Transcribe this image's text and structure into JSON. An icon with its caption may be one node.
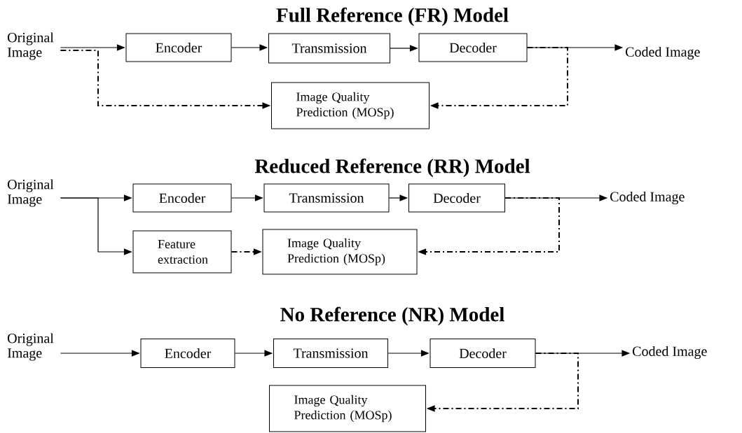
{
  "diagram": {
    "nodes": [
      {
        "text": [
          "Original Image"
        ]
      },
      {
        "text": [
          "Encoder"
        ]
      },
      {
        "text": [
          "Transmission"
        ]
      },
      {
        "text": [
          "Decoder"
        ]
      },
      {
        "text": [
          "Coded Image"
        ]
      },
      {
        "text": [
          "Image Quality Prediction (MOSp)"
        ]
      },
      {
        "text": [
          "Original Image"
        ]
      },
      {
        "text": [
          "Encoder"
        ]
      },
      {
        "text": [
          "Transmission"
        ]
      },
      {
        "text": [
          "Decoder"
        ]
      },
      {
        "text": [
          "Coded Image"
        ]
      },
      {
        "text": [
          "Feature extraction"
        ]
      },
      {
        "text": [
          "Image Quality Prediction (MOSp)"
        ]
      },
      {
        "text": [
          "Original Image"
        ]
      },
      {
        "text": [
          "Encoder"
        ]
      },
      {
        "text": [
          "Transmission"
        ]
      },
      {
        "text": [
          "Decoder"
        ]
      },
      {
        "text": [
          "Coded Image"
        ]
      },
      {
        "text": [
          "Image Quality Prediction (MOSp)"
        ]
      }
    ],
    "edges": [
      {
        "from": 0,
        "to": 1,
        "arrow": "to"
      },
      {
        "from": 1,
        "to": 2,
        "arrow": "to"
      },
      {
        "from": 2,
        "to": 3,
        "arrow": "to"
      },
      {
        "from": 3,
        "to": 4,
        "arrow": "to"
      },
      {
        "from": 0,
        "to": 5,
        "arrow": "to",
        "style": "dashed"
      },
      {
        "from": 3,
        "to": 5,
        "arrow": "to",
        "style": "dashed"
      },
      {
        "from": 6,
        "to": 7,
        "arrow": "to"
      },
      {
        "from": 7,
        "to": 8,
        "arrow": "to"
      },
      {
        "from": 8,
        "to": 9,
        "arrow": "to"
      },
      {
        "from": 9,
        "to": 10,
        "arrow": "to"
      },
      {
        "from": 6,
        "to": 11,
        "arrow": "to"
      },
      {
        "from": 11,
        "to": 12,
        "arrow": "to",
        "style": "dashed"
      },
      {
        "from": 9,
        "to": 12,
        "arrow": "to",
        "style": "dashed"
      },
      {
        "from": 13,
        "to": 14,
        "arrow": "to"
      },
      {
        "from": 14,
        "to": 15,
        "arrow": "to"
      },
      {
        "from": 15,
        "to": 16,
        "arrow": "to"
      },
      {
        "from": 16,
        "to": 17,
        "arrow": "to"
      },
      {
        "from": 16,
        "to": 18,
        "arrow": "to",
        "style": "dashed"
      }
    ],
    "labels": [
      "Full Reference (FR) Model",
      "Reduced Reference (RR) Model",
      "No Reference (NR) Model"
    ]
  }
}
